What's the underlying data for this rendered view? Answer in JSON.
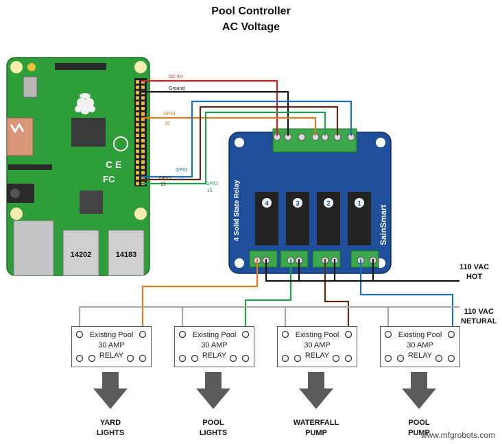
{
  "title": {
    "line1": "Pool Controller",
    "line2": "AC Voltage"
  },
  "wire_labels": {
    "dc5v": "DC 5V",
    "ground": "Ground",
    "gpio18a": "GPIO",
    "gpio18b": "18",
    "gpio12a": "GPIO",
    "gpio12b": "12",
    "gpio13a": "GPIO",
    "gpio13b": "13",
    "gpio16a": "GPIO",
    "gpio16b": "16"
  },
  "pi": {
    "chip1": "14202",
    "chip2": "14183"
  },
  "ssr_board": {
    "brand": "SainSmart",
    "label": "4 Solid State Relay",
    "channels": [
      "4",
      "3",
      "2",
      "1"
    ]
  },
  "power": {
    "hot_line1": "110 VAC",
    "hot_line2": "HOT",
    "neutral_line1": "110 VAC",
    "neutral_line2": "NETURAL"
  },
  "relays": [
    {
      "line1": "Existing Pool",
      "line2": "30 AMP",
      "line3": "RELAY"
    },
    {
      "line1": "Existing Pool",
      "line2": "30 AMP",
      "line3": "RELAY"
    },
    {
      "line1": "Existing Pool",
      "line2": "30 AMP",
      "line3": "RELAY"
    },
    {
      "line1": "Existing Pool",
      "line2": "30 AMP",
      "line3": "RELAY"
    }
  ],
  "loads": [
    {
      "line1": "YARD",
      "line2": "LIGHTS"
    },
    {
      "line1": "POOL",
      "line2": "LIGHTS"
    },
    {
      "line1": "WATERFALL",
      "line2": "PUMP"
    },
    {
      "line1": "POOL",
      "line2": "PUMP"
    }
  ],
  "watermark": "www.mfgrobots.com",
  "colors": {
    "pi_green": "#2e9e3a",
    "ssr_blue": "#1f4f9a",
    "wire_red": "#d01f1f",
    "wire_black": "#111111",
    "wire_orange": "#e07a1e",
    "wire_brown": "#5a2a12",
    "wire_green": "#22a04a",
    "wire_blue": "#1a6fc0",
    "neutral_gray": "#a8a8a8",
    "arrow_gray": "#5a5a5a"
  }
}
